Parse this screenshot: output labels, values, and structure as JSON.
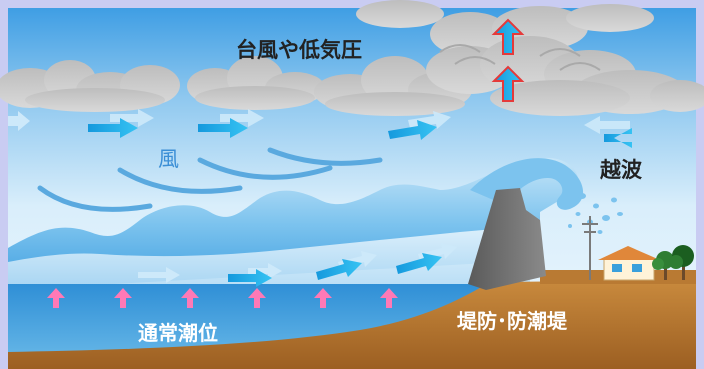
{
  "labels": {
    "typhoon_low_pressure": "台風や低気圧",
    "wind": "風",
    "overtopping": "越波",
    "normal_tide_level": "通常潮位",
    "seawall": "堤防･防潮堤"
  },
  "icons": {
    "wind_arrow": "wind-arrow-icon",
    "updraft_arrow": "up-arrow-icon",
    "sea_rise_arrow": "pink-up-arrow-icon",
    "house": "house-icon",
    "tree": "tree-icon",
    "utility_pole": "utility-pole-icon"
  },
  "colors": {
    "frame": "#c9ccf2",
    "sky_top": "#3f9ee4",
    "sky_bottom": "#eef7fd",
    "cloud": "#c9c9c9",
    "wave": "#5fb3e6",
    "sea": "#2f8fd6",
    "ground": "#b5742e",
    "seawall": "#6e6e6e",
    "wind_arrow": "#1eaae8",
    "pink_arrow": "#ff79b6"
  }
}
